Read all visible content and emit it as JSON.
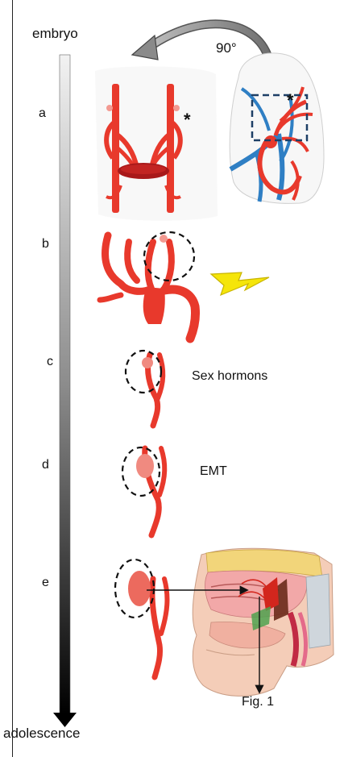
{
  "timeline": {
    "start_label": "embryo",
    "end_label": "adolescence"
  },
  "rotation": {
    "label": "90°"
  },
  "stages": [
    {
      "letter": "a"
    },
    {
      "letter": "b"
    },
    {
      "letter": "c",
      "annotation": "Sex hormons"
    },
    {
      "letter": "d",
      "annotation": "EMT"
    },
    {
      "letter": "e"
    }
  ],
  "markers": {
    "asterisk": "*"
  },
  "figure_ref": {
    "label": "Fig. 1"
  },
  "colors": {
    "artery_red": "#e8392c",
    "dark_red": "#a8191a",
    "vein_blue": "#2f7fc4",
    "lightning_yellow": "#f5e50a",
    "dashed_box_blue": "#1d3f66",
    "arrow_gray": "#8a8a8a"
  },
  "icons": [
    "curved-rotation-arrow-icon",
    "lightning-bolt-icon",
    "timeline-gradient-arrow-icon"
  ]
}
